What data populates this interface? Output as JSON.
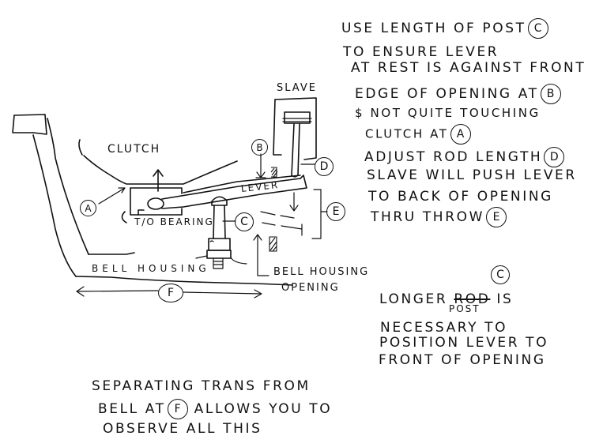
{
  "diagram": {
    "title": "Clutch slave / lever / bell housing sketch",
    "labels": {
      "clutch": "CLUTCH",
      "slave": "SLAVE",
      "lever": "LEVER",
      "to_bearing": "T/O BEARING",
      "bell_housing": "BELL HOUSING",
      "bell_housing_opening_line1": "BELL HOUSING",
      "bell_housing_opening_line2": "OPENING"
    },
    "callouts": {
      "a": "A",
      "b": "B",
      "c": "C",
      "d": "D",
      "e": "E",
      "f": "F"
    }
  },
  "notes": {
    "main": {
      "line1": "USE LENGTH OF POST",
      "line1_ref": "C",
      "line2": "TO ENSURE LEVER",
      "line3": "AT REST IS AGAINST FRONT",
      "line4": "EDGE OF OPENING AT",
      "line4_ref": "B",
      "line5": "$ NOT QUITE TOUCHING",
      "line6": "CLUTCH AT",
      "line6_ref": "A",
      "line7": "ADJUST ROD LENGTH",
      "line7_ref": "D",
      "line8": "SLAVE WILL PUSH LEVER",
      "line9": "TO BACK OF OPENING",
      "line10": "THRU THROW",
      "line10_ref": "E"
    },
    "secondary": {
      "ref": "C",
      "line1_a": "LONGER",
      "line1_struck": "ROD",
      "line1_b": "IS",
      "insert": "POST",
      "line2": "NECESSARY TO",
      "line3": "POSITION LEVER TO",
      "line4": "FRONT OF OPENING"
    },
    "footer": {
      "line1": "SEPARATING TRANS FROM",
      "line2_a": "BELL AT",
      "line2_ref": "F",
      "line2_b": "ALLOWS YOU TO",
      "line3": "OBSERVE ALL THIS"
    }
  }
}
